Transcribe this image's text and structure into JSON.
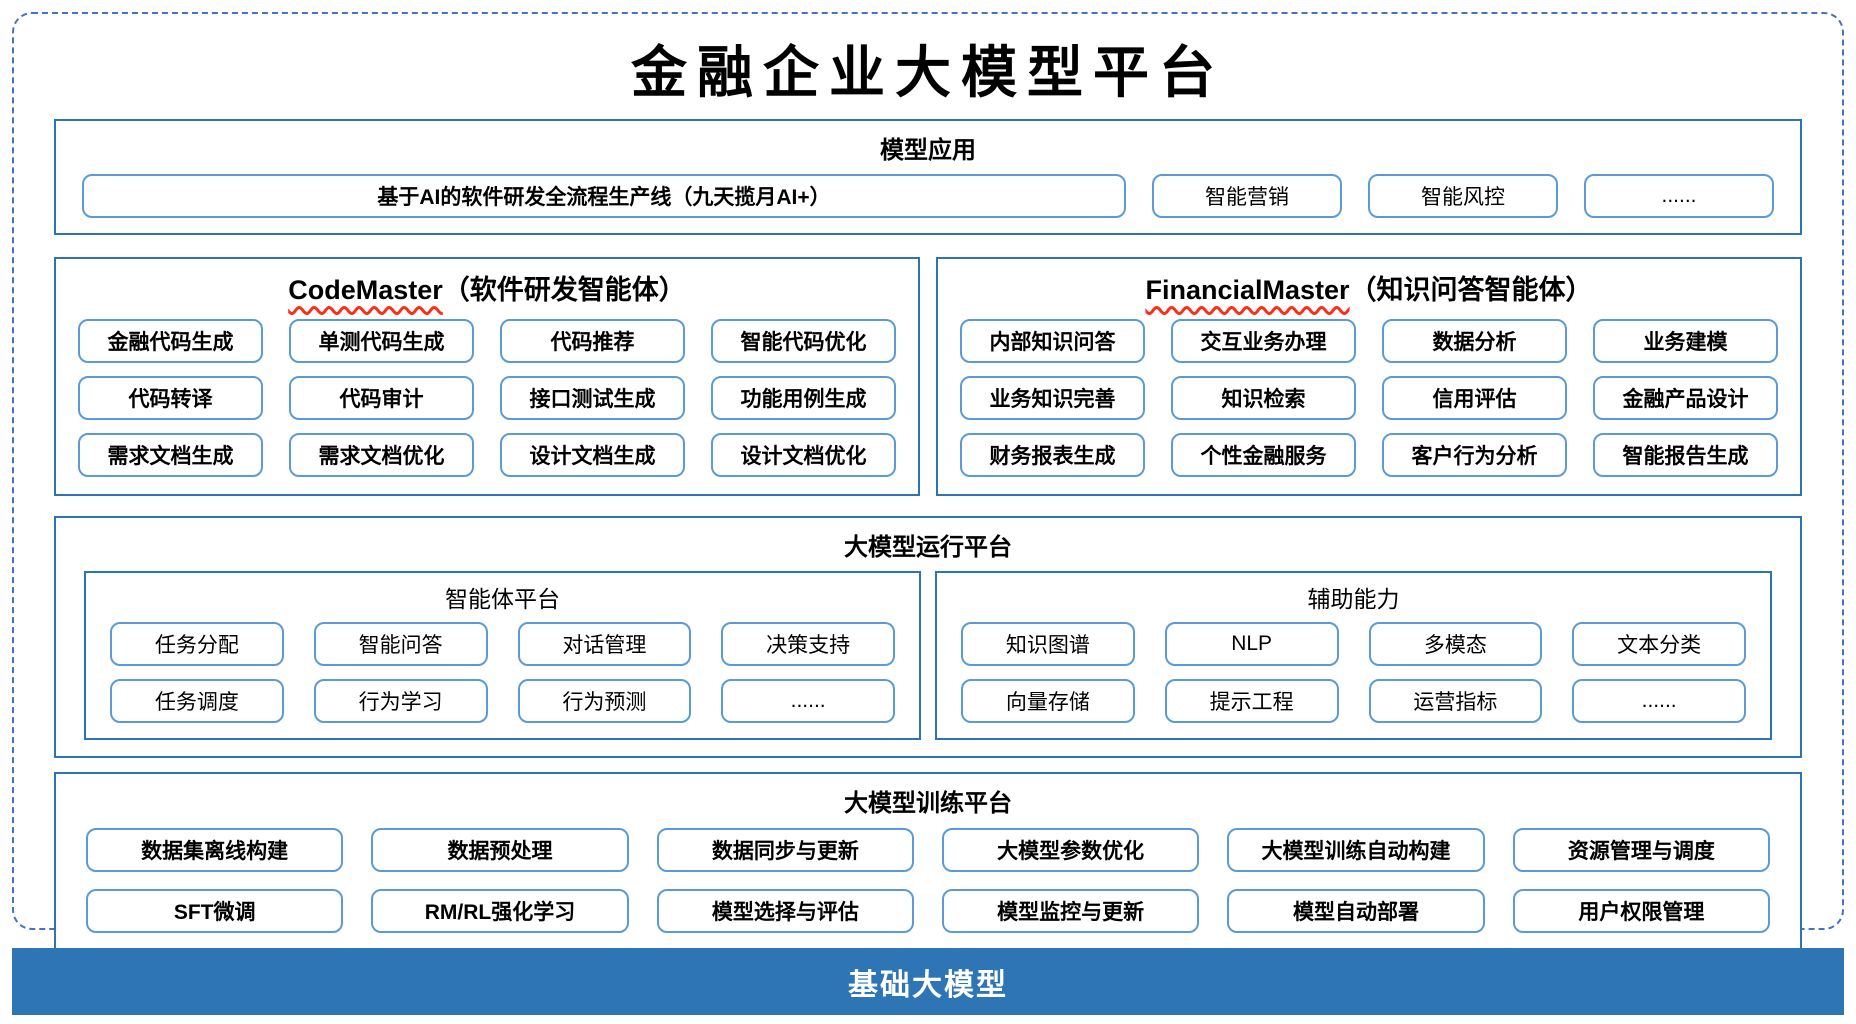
{
  "title": "金融企业大模型平台",
  "colors": {
    "section_border": "#2E74B5",
    "item_border": "#5B9BD5",
    "dashed_frame": "#4472C4",
    "squiggle_red": "#FF2D16",
    "footer_background": "#2E75B6",
    "footer_text": "#FFFFFF"
  },
  "sections": {
    "model_app": {
      "header": "模型应用",
      "items": [
        "基于AI的软件研发全流程生产线（九天揽月AI+）",
        "智能营销",
        "智能风控",
        "......"
      ]
    },
    "code_master": {
      "header_en": "CodeMaster",
      "header_zh": "（软件研发智能体）",
      "items": [
        "金融代码生成",
        "单测代码生成",
        "代码推荐",
        "智能代码优化",
        "代码转译",
        "代码审计",
        "接口测试生成",
        "功能用例生成",
        "需求文档生成",
        "需求文档优化",
        "设计文档生成",
        "设计文档优化"
      ]
    },
    "financial_master": {
      "header_en": "FinancialMaster",
      "header_zh": "（知识问答智能体）",
      "items": [
        "内部知识问答",
        "交互业务办理",
        "数据分析",
        "业务建模",
        "业务知识完善",
        "知识检索",
        "信用评估",
        "金融产品设计",
        "财务报表生成",
        "个性金融服务",
        "客户行为分析",
        "智能报告生成"
      ]
    },
    "runtime_platform": {
      "header": "大模型运行平台",
      "agent_platform": {
        "header": "智能体平台",
        "items": [
          "任务分配",
          "智能问答",
          "对话管理",
          "决策支持",
          "任务调度",
          "行为学习",
          "行为预测",
          "......"
        ]
      },
      "aux_capability": {
        "header": "辅助能力",
        "items": [
          "知识图谱",
          "NLP",
          "多模态",
          "文本分类",
          "向量存储",
          "提示工程",
          "运营指标",
          "......"
        ]
      }
    },
    "training_platform": {
      "header": "大模型训练平台",
      "items": [
        "数据集离线构建",
        "数据预处理",
        "数据同步与更新",
        "大模型参数优化",
        "大模型训练自动构建",
        "资源管理与调度",
        "SFT微调",
        "RM/RL强化学习",
        "模型选择与评估",
        "模型监控与更新",
        "模型自动部署",
        "用户权限管理"
      ]
    }
  },
  "footer": {
    "label": "基础大模型"
  }
}
